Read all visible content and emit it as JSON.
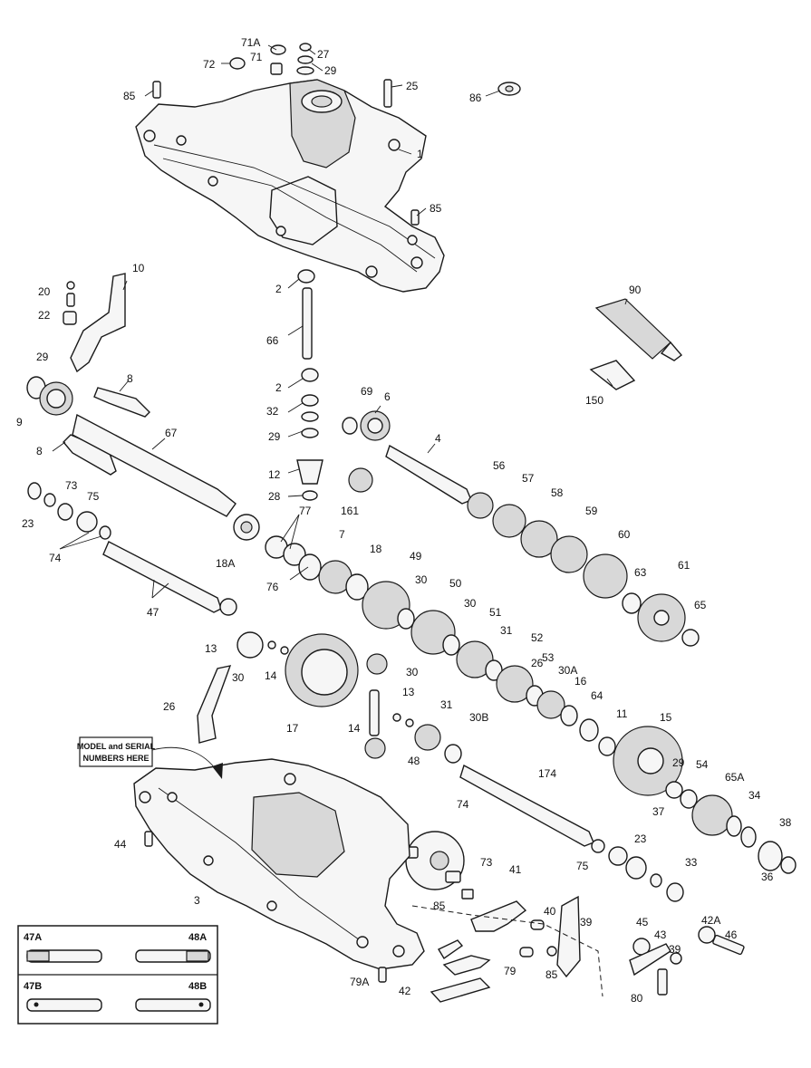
{
  "model_note": {
    "line1": "MODEL and SERIAL",
    "line2": "NUMBERS HERE"
  },
  "inset": {
    "top_left": "47A",
    "top_right": "48A",
    "bottom_left": "47B",
    "bottom_right": "48B"
  },
  "callouts": [
    "71A",
    "27",
    "72",
    "71",
    "29",
    "85",
    "25",
    "86",
    "1",
    "85",
    "20",
    "10",
    "22",
    "2",
    "90",
    "66",
    "29",
    "9",
    "8",
    "2",
    "69",
    "6",
    "32",
    "29",
    "4",
    "150",
    "67",
    "8",
    "12",
    "56",
    "28",
    "57",
    "161",
    "58",
    "23",
    "73",
    "75",
    "59",
    "60",
    "77",
    "18A",
    "7",
    "74",
    "18",
    "49",
    "63",
    "61",
    "76",
    "65",
    "30",
    "50",
    "47",
    "30",
    "51",
    "31",
    "13",
    "30",
    "52",
    "26",
    "14",
    "30",
    "53",
    "30A",
    "16",
    "26",
    "13",
    "31",
    "30B",
    "64",
    "11",
    "15",
    "17",
    "14",
    "48",
    "174",
    "29",
    "54",
    "65A",
    "34",
    "38",
    "74",
    "37",
    "73",
    "75",
    "23",
    "33",
    "36",
    "85",
    "44",
    "41",
    "39",
    "40",
    "3",
    "45",
    "42A",
    "46",
    "43",
    "39",
    "79",
    "85",
    "79A",
    "42",
    "80"
  ]
}
